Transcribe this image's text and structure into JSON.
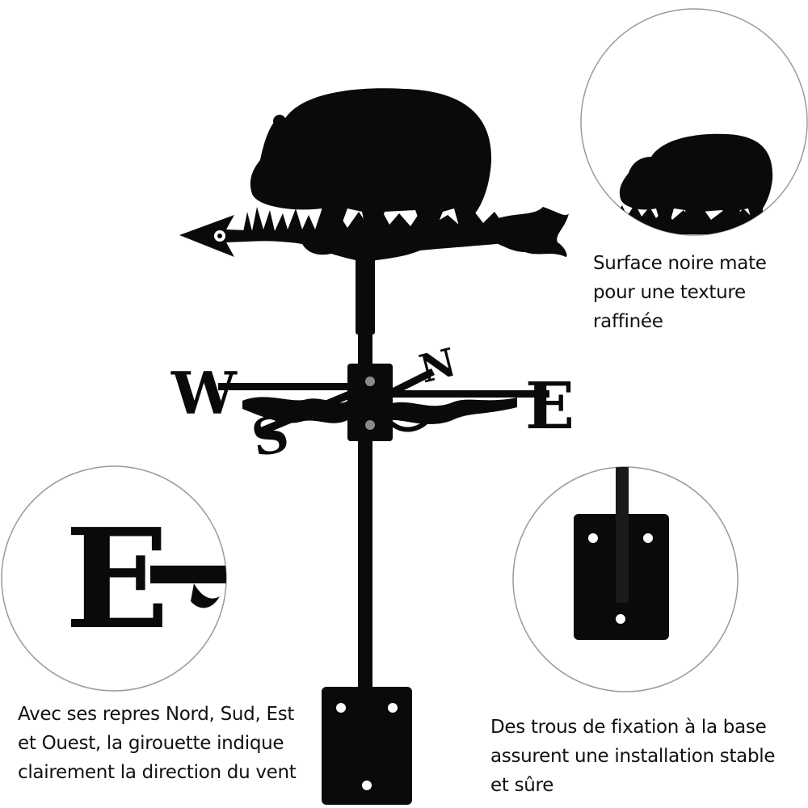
{
  "image": {
    "subject": "hippopotamus weathervane",
    "background_color": "#ffffff",
    "metal_color": "#0a0a0a",
    "compass_letters": {
      "west": "W",
      "north": "N",
      "east": "E",
      "south": "S"
    }
  },
  "captions": {
    "top_right": [
      "Surface noire mate",
      "pour une texture",
      "raffinée"
    ],
    "bottom_left": [
      "Avec ses repres Nord, Sud, Est",
      "et Ouest, la girouette indique",
      "clairement la direction du vent"
    ],
    "bottom_right": [
      "Des trous de fixation à la base",
      "assurent une installation stable",
      "et sûre"
    ]
  },
  "callouts": [
    {
      "name": "finish-detail",
      "shows": "hippo-silhouette"
    },
    {
      "name": "letter-detail",
      "shows": "east-letter"
    },
    {
      "name": "base-detail",
      "shows": "mounting-plate"
    }
  ]
}
